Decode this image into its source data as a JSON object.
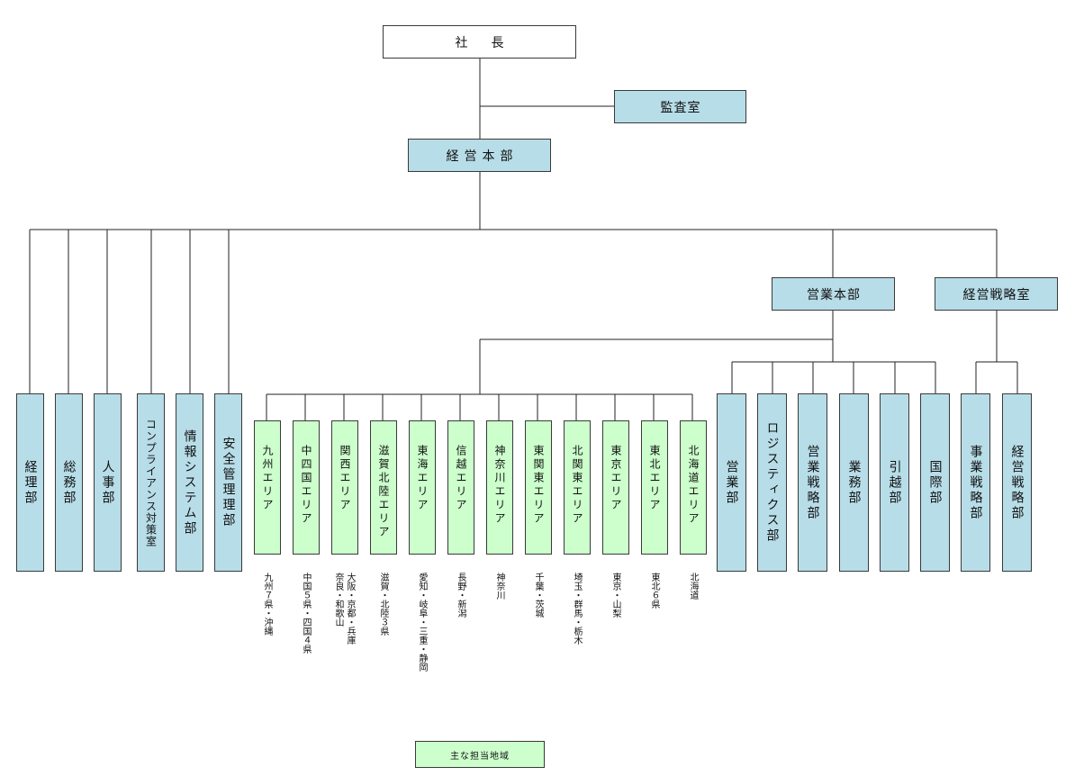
{
  "top": {
    "president": "社　長",
    "audit": "監査室",
    "hq": "経営本部",
    "sales_hq": "営業本部",
    "strategy_office": "経営戦略室"
  },
  "hq_departments": [
    "経理部",
    "総務部",
    "人事部",
    "コンプライアンス対策室",
    "情報システム部",
    "安全管理理部"
  ],
  "areas": [
    {
      "name": "九州エリア",
      "region": "九州７県・沖縄"
    },
    {
      "name": "中四国エリア",
      "region": "中国５県・四国４県"
    },
    {
      "name": "関西エリア",
      "region": "大阪・京都・兵庫\n奈良・和歌山"
    },
    {
      "name": "滋賀北陸エリア",
      "region": "滋賀・北陸３県"
    },
    {
      "name": "東海エリア",
      "region": "愛知・岐阜・三重・静岡"
    },
    {
      "name": "信越エリア",
      "region": "長野・新潟"
    },
    {
      "name": "神奈川エリア",
      "region": "神奈川"
    },
    {
      "name": "東関東エリア",
      "region": "千葉・茨城"
    },
    {
      "name": "北関東エリア",
      "region": "埼玉・群馬・栃木"
    },
    {
      "name": "東京エリア",
      "region": "東京・山梨"
    },
    {
      "name": "東北エリア",
      "region": "東北６県"
    },
    {
      "name": "北海道エリア",
      "region": "北海道"
    }
  ],
  "sales_departments": [
    "営業部",
    "ロジスティクス部",
    "営業戦略部",
    "業務部",
    "引越部",
    "国際部"
  ],
  "strategy_departments": [
    "事業戦略部",
    "経営戦略部"
  ],
  "legend": "主な担当地域",
  "colors": {
    "dept": "#b7dde8",
    "area": "#ccffcc",
    "top": "#ffffff"
  }
}
